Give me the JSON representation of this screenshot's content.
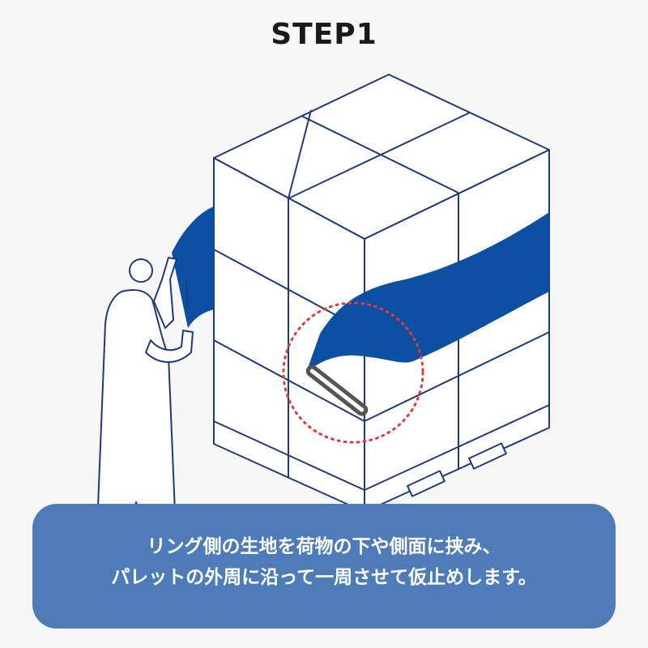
{
  "title": "STEP1",
  "caption": {
    "line1": "リング側の生地を荷物の下や側面に挟み、",
    "line2": "パレットの外周に沿って一周させて仮止めします。"
  },
  "colors": {
    "background": "#f7f7f7",
    "outline": "#1e3a7a",
    "strap": "#0d4fa3",
    "highlight_circle": "#e03a3a",
    "caption_box": "#4d7cb8",
    "caption_text": "#ffffff"
  },
  "icons": [
    "person-figure",
    "pallet-boxes",
    "ring-buckle",
    "highlight-circle"
  ]
}
